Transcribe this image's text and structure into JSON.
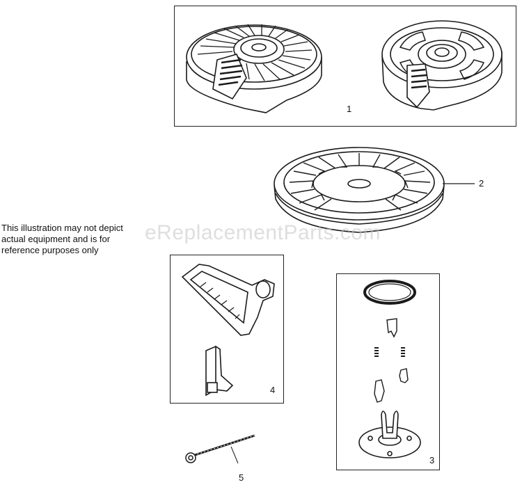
{
  "disclaimer": {
    "line1": "This illustration may not depict",
    "line2": "actual equipment and is for",
    "line3": "reference purposes only"
  },
  "watermark": "eReplacementParts.com",
  "callouts": {
    "c1": "1",
    "c2": "2",
    "c3": "3",
    "c4": "4",
    "c5": "5"
  },
  "colors": {
    "stroke": "#1a1a1a",
    "frame": "#222222",
    "watermark": "#c3c3c3"
  }
}
